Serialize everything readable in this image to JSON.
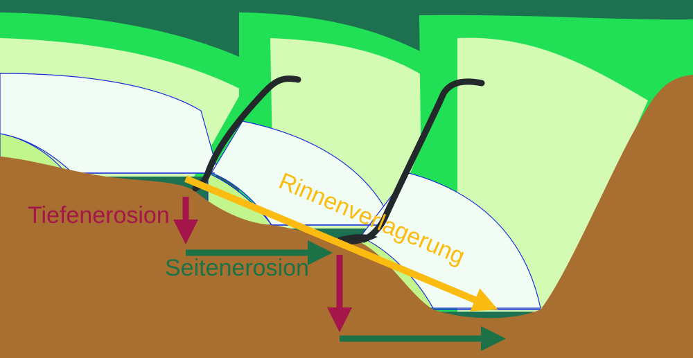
{
  "labels": {
    "depth_erosion": "Tiefenerosion",
    "lateral_erosion": "Seitenerosion",
    "channel_shift": "Rinnenverlagerung"
  },
  "colors": {
    "background": "#1d7050",
    "bright_green": "#22e055",
    "pale_green": "#d4fbb4",
    "light_green": "#c2f68c",
    "ice": "#f0fcf4",
    "ground": "#a86f30",
    "contour": "#1a2edc",
    "channel": "#23282b",
    "depth_arrow": "#a4164a",
    "lateral_arrow": "#1c7146",
    "shift_arrow": "#fbbb10"
  }
}
